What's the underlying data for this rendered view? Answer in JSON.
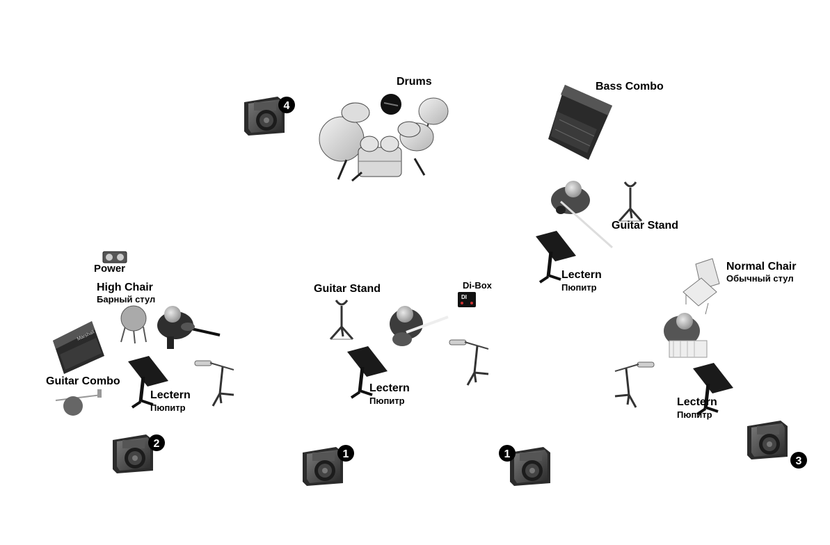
{
  "labels": {
    "drums": "Drums",
    "bass_combo": "Bass Combo",
    "guitar_stand_right": "Guitar Stand",
    "guitar_stand_center": "Guitar Stand",
    "power": "Power",
    "high_chair": "High Chair",
    "high_chair_ru": "Барный стул",
    "di_box": "Di-Box",
    "lectern_right": "Lectern",
    "lectern_right_ru": "Пюпитр",
    "lectern_center": "Lectern",
    "lectern_center_ru": "Пюпитр",
    "lectern_left": "Lectern",
    "lectern_left_ru": "Пюпитр",
    "lectern_far_right": "Lectern",
    "lectern_far_right_ru": "Пюпитр",
    "normal_chair": "Normal Chair",
    "normal_chair_ru": "Обычный стул",
    "guitar_combo": "Guitar Combo"
  },
  "monitors": {
    "m4": "4",
    "m2": "2",
    "m1_left": "1",
    "m1_right": "1",
    "m3": "3"
  },
  "equipment": {
    "di_box_face": "DI",
    "amp_brand": "Marshall"
  }
}
